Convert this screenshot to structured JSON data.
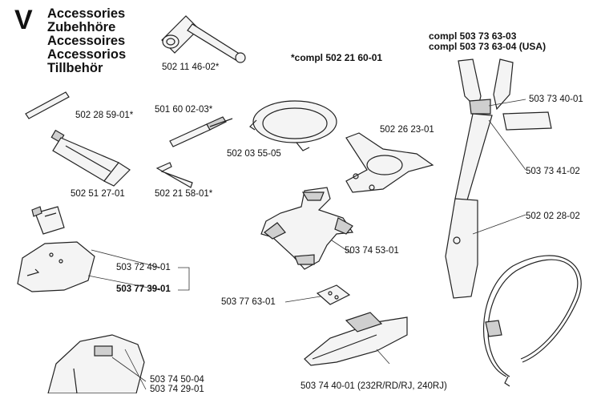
{
  "section": {
    "letter": "V"
  },
  "titles": [
    "Accessories",
    "Zubehhöre",
    "Accessoires",
    "Accessorios",
    "Tillbehör"
  ],
  "kit_note": "*compl 502 21 60-01",
  "harness_header": [
    "compl 503 73 63-03",
    "compl 503 73 63-04 (USA)"
  ],
  "part_labels": {
    "wrench": "502 11 46-02*",
    "pin": "502 28 59-01*",
    "screwdriver": "501 60 02-03*",
    "grease": "502 51 27-01",
    "hex_key": "502 21 58-01*",
    "ring": "502 03 55-05",
    "clamp": "502 26 23-01",
    "harness_buckle_upper": "503 73 40-01",
    "harness_buckle_lower": "503 73 41-02",
    "hip_pad": "502 02 28-02",
    "guard_bracket": "503 72 49-01",
    "guard_kit": "503 77 39-01",
    "support_plate": "503 74 53-01",
    "plate": "503 77 63-01",
    "bottom_guard_a": "503 74 50-04",
    "bottom_guard_b": "503 74 29-01",
    "blade_guard": "503 74 40-01 (232R/RD/RJ, 240RJ)"
  }
}
